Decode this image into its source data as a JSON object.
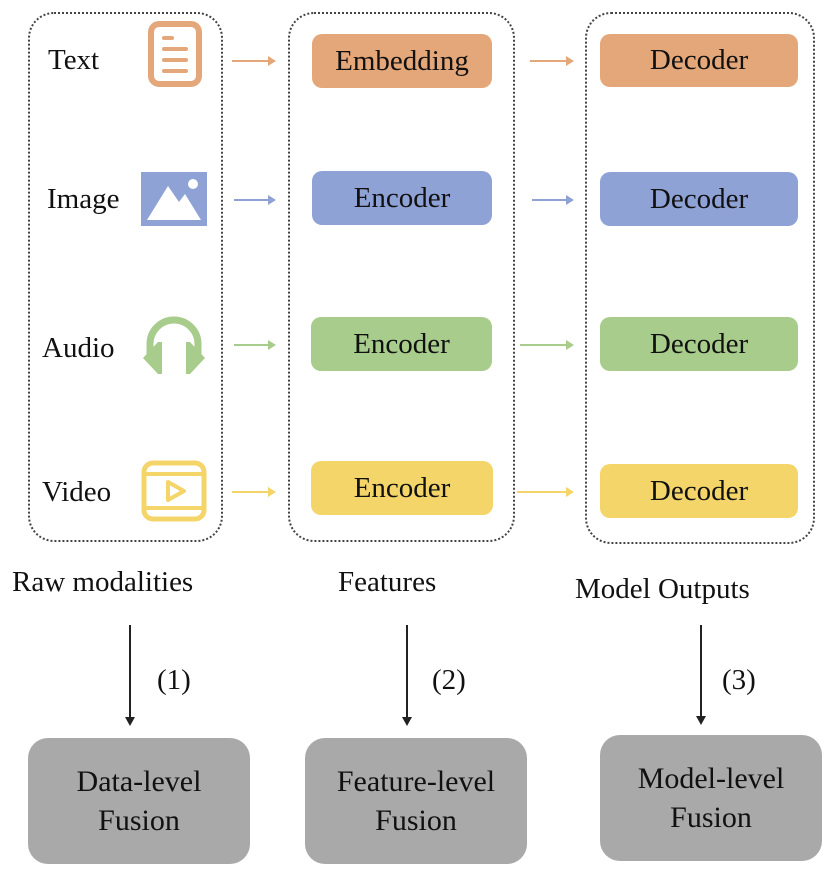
{
  "colors": {
    "text": "#e4a77a",
    "image": "#8fa2d6",
    "audio": "#a8cc8c",
    "video": "#f4d56a",
    "fusion": "#a9a9a9"
  },
  "modalities": [
    {
      "label": "Text",
      "icon": "document-icon",
      "feature": "Embedding",
      "output": "Decoder"
    },
    {
      "label": "Image",
      "icon": "image-icon",
      "feature": "Encoder",
      "output": "Decoder"
    },
    {
      "label": "Audio",
      "icon": "headphones-icon",
      "feature": "Encoder",
      "output": "Decoder"
    },
    {
      "label": "Video",
      "icon": "video-icon",
      "feature": "Encoder",
      "output": "Decoder"
    }
  ],
  "captions": {
    "raw": "Raw modalities",
    "features": "Features",
    "outputs": "Model Outputs"
  },
  "steps": [
    "(1)",
    "(2)",
    "(3)"
  ],
  "fusion": [
    {
      "line1": "Data-level",
      "line2": "Fusion"
    },
    {
      "line1": "Feature-level",
      "line2": "Fusion"
    },
    {
      "line1": "Model-level",
      "line2": "Fusion"
    }
  ]
}
